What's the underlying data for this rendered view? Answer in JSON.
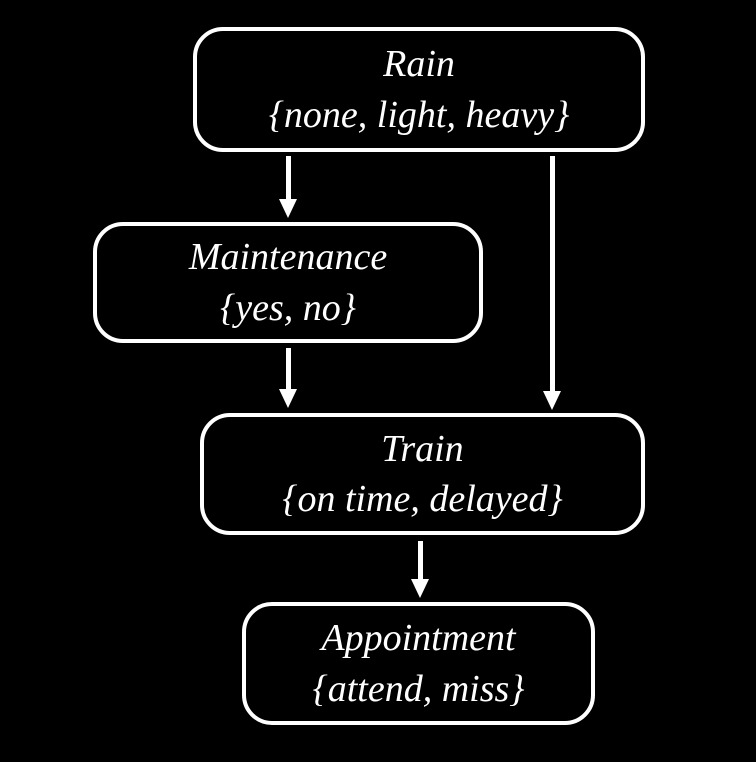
{
  "diagram": {
    "type": "bayesian-network",
    "colors": {
      "background": "#000000",
      "node_border": "#ffffff",
      "node_fill": "#000000",
      "text": "#ffffff",
      "arrow": "#ffffff"
    },
    "nodes": [
      {
        "id": "rain",
        "label": "Rain",
        "values": "{none, light, heavy}"
      },
      {
        "id": "maintenance",
        "label": "Maintenance",
        "values": "{yes, no}"
      },
      {
        "id": "train",
        "label": "Train",
        "values": "{on time, delayed}"
      },
      {
        "id": "appointment",
        "label": "Appointment",
        "values": "{attend, miss}"
      }
    ],
    "edges": [
      {
        "from": "rain",
        "to": "maintenance"
      },
      {
        "from": "rain",
        "to": "train"
      },
      {
        "from": "maintenance",
        "to": "train"
      },
      {
        "from": "train",
        "to": "appointment"
      }
    ]
  }
}
